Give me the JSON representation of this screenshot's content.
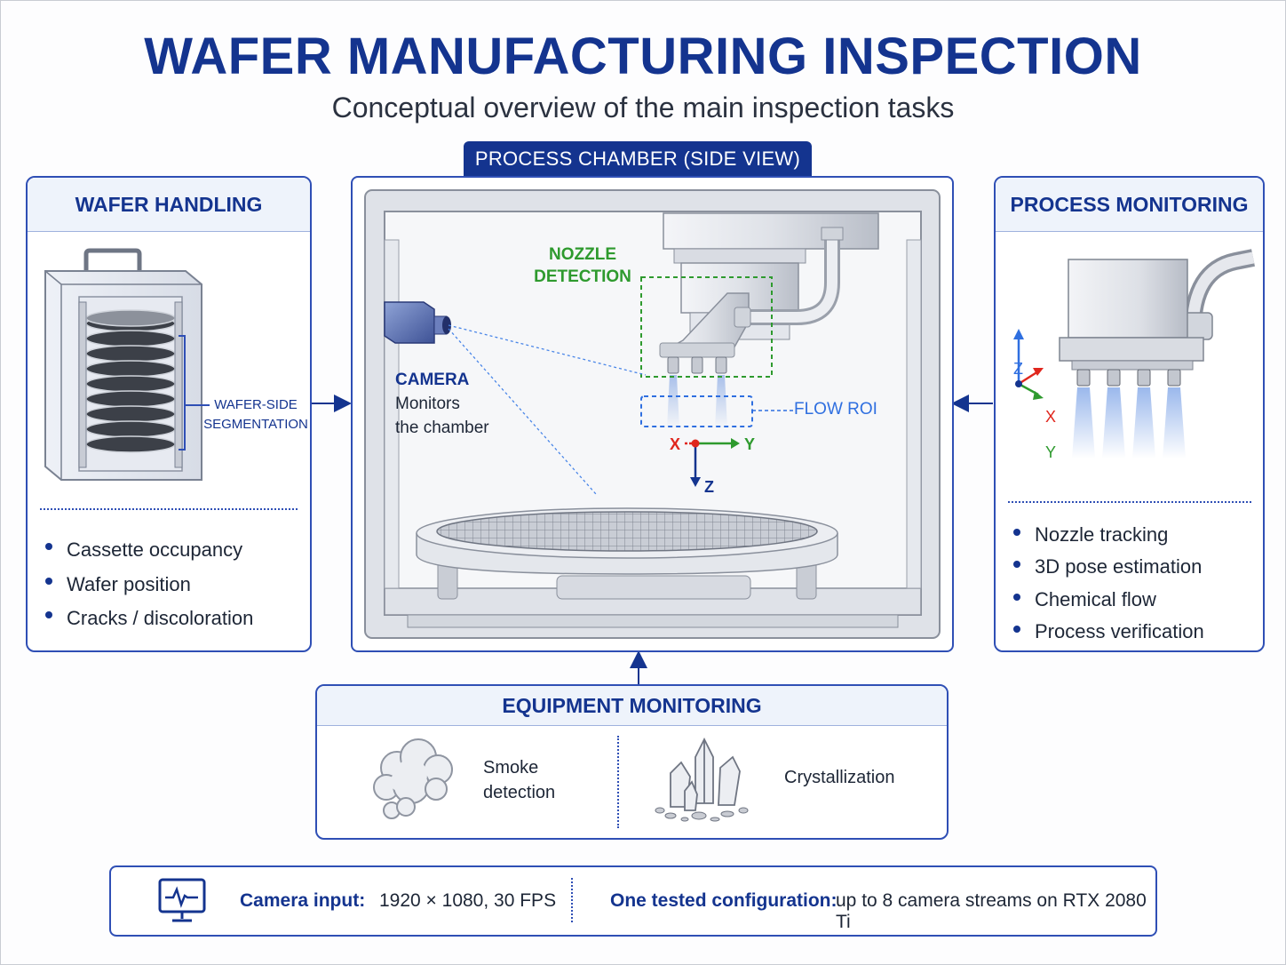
{
  "title": "WAFER MANUFACTURING INSPECTION",
  "subtitle": "Conceptual overview of the main inspection tasks",
  "chamber": {
    "tab_label": "PROCESS CHAMBER (SIDE VIEW)",
    "nozzle_detection_line1": "NOZZLE",
    "nozzle_detection_line2": "DETECTION",
    "camera_title": "CAMERA",
    "camera_desc_line1": "Monitors",
    "camera_desc_line2": "the chamber",
    "flow_roi": "FLOW ROI",
    "axes": {
      "x": "X",
      "y": "Y",
      "z": "Z"
    }
  },
  "wafer_handling": {
    "header": "WAFER HANDLING",
    "segmentation_line1": "WAFER-SIDE",
    "segmentation_line2": "SEGMENTATION",
    "bullets": [
      "Cassette occupancy",
      "Wafer position",
      "Cracks / discoloration"
    ]
  },
  "process_monitoring": {
    "header": "PROCESS MONITORING",
    "axes": {
      "x": "X",
      "y": "Y",
      "z": "Z"
    },
    "bullets": [
      "Nozzle tracking",
      "3D pose estimation",
      "Chemical flow",
      "Process verification"
    ]
  },
  "equipment_monitoring": {
    "header": "EQUIPMENT MONITORING",
    "smoke_line1": "Smoke",
    "smoke_line2": "detection",
    "crystallization": "Crystallization"
  },
  "footer": {
    "camera_input_label": "Camera input:",
    "camera_input_value": "1920 × 1080, 30 FPS",
    "config_label": "One tested configuration:",
    "config_value": "up to 8 camera streams on RTX 2080 Ti"
  },
  "colors": {
    "primary": "#14348f",
    "accent": "#2f4fb5",
    "detection_green": "#2e9a2e",
    "roi_blue": "#2f6fe0",
    "axis_red": "#e0261d"
  }
}
